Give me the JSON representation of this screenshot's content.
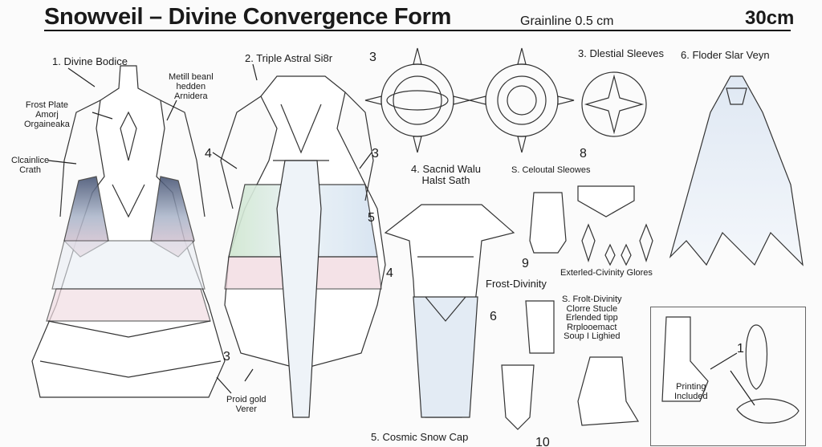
{
  "header": {
    "title": "Snowveil – Divine Convergence Form",
    "grainline": "Grainline 0.5 cm",
    "size": "30cm"
  },
  "labels": {
    "divine_bodice": "1. Divine Bodice",
    "metal_beam": [
      "Metill beanl",
      "hedden",
      "Arnidera"
    ],
    "frost_plate": [
      "Frost Plate",
      "Amorj",
      "Orgaineaka"
    ],
    "grainline_cloth": [
      "Clcainlice",
      "Crath"
    ],
    "triple_astral": "2. Triple Astral Si8r",
    "celestial_sleeves_top": "3. Dlestial Sleeves",
    "floder_star_veyn": "6. Floder Slar Veyn",
    "sacred_waist": [
      "4. Sacnid Walu",
      "Halst Sath"
    ],
    "celestial_sleeves_mid": "S. Celoutal Sleowes",
    "frost_divinity": "Frost-Divinity",
    "extended_gloves": "Exterled-Civinity Glores",
    "frost_divinity_notes": [
      "S. Frolt-Divinity",
      "Clorre Stucle",
      "Erlended tipp",
      "Rrplooemact",
      "Soup I Lighied"
    ],
    "printing_included": [
      "Printing",
      "Included"
    ],
    "cosmic_snow_cap": "5. Cosmic Snow Cap",
    "proid_gold": [
      "Proid gold",
      "Verer"
    ]
  },
  "numbers": {
    "n4_left": "4",
    "n3_top": "3",
    "n3_right": "3",
    "n8": "8",
    "n5": "5",
    "n4_skirt": "4",
    "n9": "9",
    "n6": "6",
    "n1": "1",
    "n10": "10",
    "n3_bottom": "3"
  }
}
